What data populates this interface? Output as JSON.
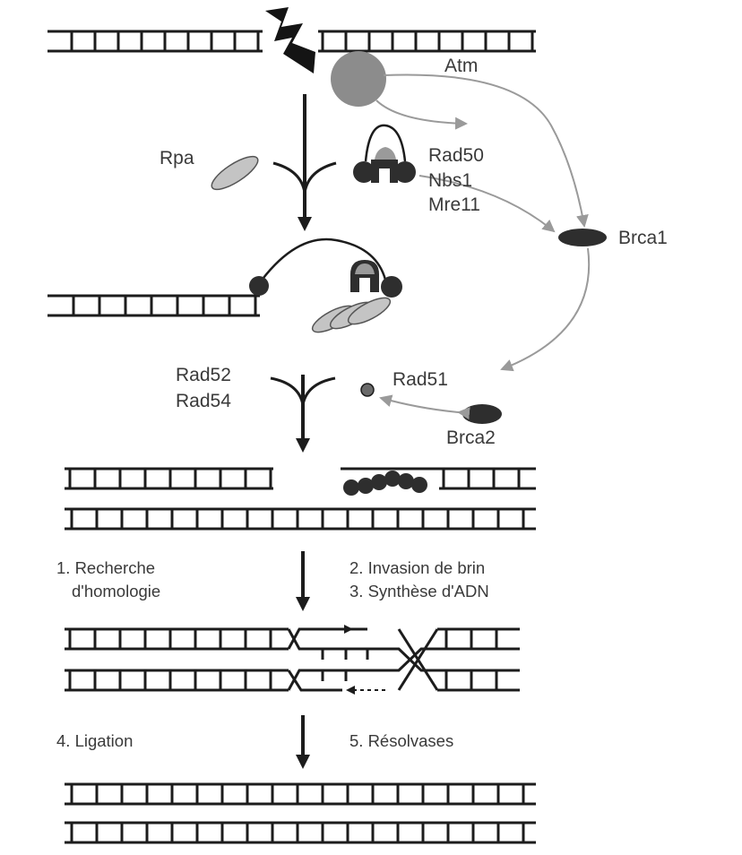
{
  "title": "",
  "labels": {
    "atm": "Atm",
    "rpa": "Rpa",
    "rad50": "Rad50",
    "nbs1": "Nbs1",
    "mre11": "Mre11",
    "brca1": "Brca1",
    "rad52": "Rad52",
    "rad54": "Rad54",
    "rad51": "Rad51",
    "brca2": "Brca2"
  },
  "steps": {
    "s1_line1": "1. Recherche",
    "s1_line2": "d'homologie",
    "s2": "2. Invasion de brin",
    "s3": "3. Synthèse d'ADN",
    "s4": "4. Ligation",
    "s5": "5. Résolvases"
  },
  "colors": {
    "ink": "#1c1c1c",
    "text": "#3a3a3a",
    "protein_dark": "#2e2e2e",
    "protein_mid": "#8c8c8c",
    "protein_light": "#c4c4c4",
    "arrow_gray": "#9a9a9a"
  },
  "icons": {
    "dsb": "lightning-bolt-icon"
  }
}
